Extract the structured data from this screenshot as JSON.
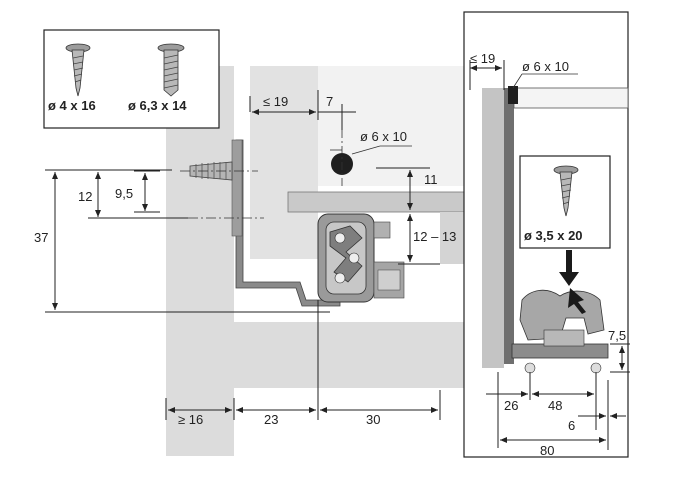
{
  "screws": {
    "left_a": "ø 4 x 16",
    "left_b": "ø 6,3 x 14",
    "right": "ø 3,5 x 20"
  },
  "dimensions": {
    "side_max_19": "≤ 19",
    "offset_7": "7",
    "hole_left": "ø 6 x 10",
    "h_11": "11",
    "h_12": "12",
    "h_9_5": "9,5",
    "h_37": "37",
    "h_12_13": "12 – 13",
    "w_16": "≥ 16",
    "w_23": "23",
    "w_30": "30",
    "right_max_19": "≤ 19",
    "hole_right": "ø 6 x 10",
    "h_7_5": "7,5",
    "w_26": "26",
    "w_48": "48",
    "w_6": "6",
    "w_80": "80"
  },
  "colors": {
    "panel": "#dcdcdc",
    "panel_dark": "#b9b9b9",
    "rail": "#7a7a7a",
    "dark": "#222222"
  }
}
